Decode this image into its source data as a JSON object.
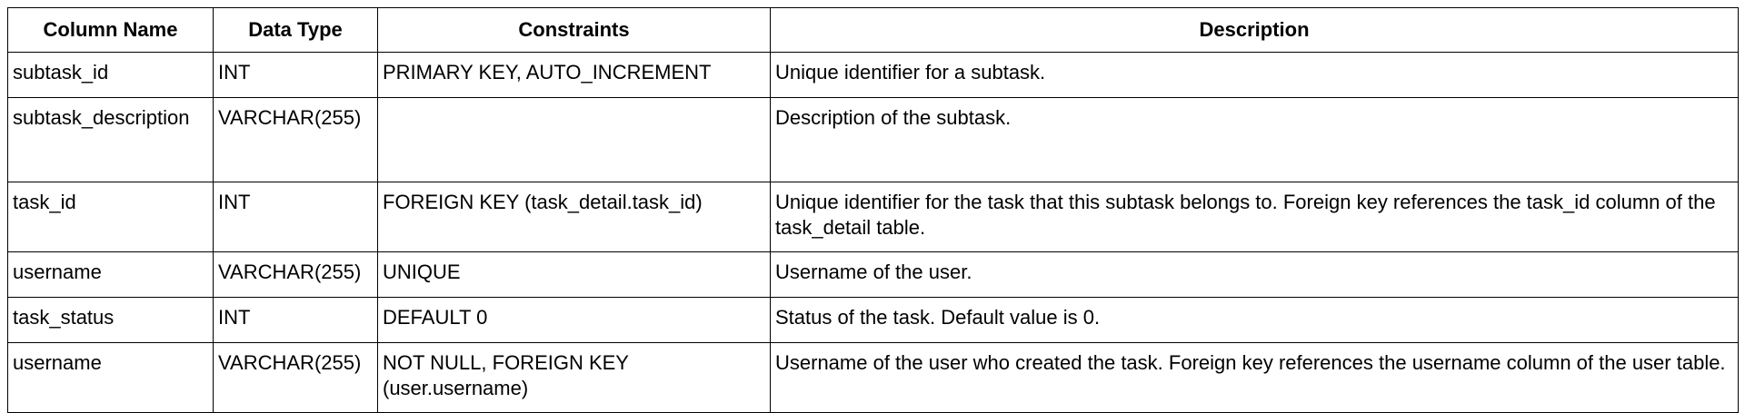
{
  "table": {
    "headers": [
      "Column Name",
      "Data Type",
      "Constraints",
      "Description"
    ],
    "rows": [
      [
        "subtask_id",
        "INT",
        "PRIMARY KEY, AUTO_INCREMENT",
        "Unique identifier for a subtask."
      ],
      [
        "subtask_description",
        "VARCHAR(255)",
        "",
        "Description of the subtask."
      ],
      [
        "task_id",
        "INT",
        "FOREIGN KEY (task_detail.task_id)",
        "Unique identifier for the task that this subtask belongs to. Foreign key references the task_id column of the task_detail table."
      ],
      [
        "username",
        "VARCHAR(255)",
        "UNIQUE",
        "Username of the user."
      ],
      [
        "task_status",
        "INT",
        "DEFAULT 0",
        "Status of the task. Default value is 0."
      ],
      [
        "username",
        "VARCHAR(255)",
        "NOT NULL, FOREIGN KEY (user.username)",
        "Username of the user who created the task. Foreign key references the username column of the user table."
      ]
    ]
  }
}
